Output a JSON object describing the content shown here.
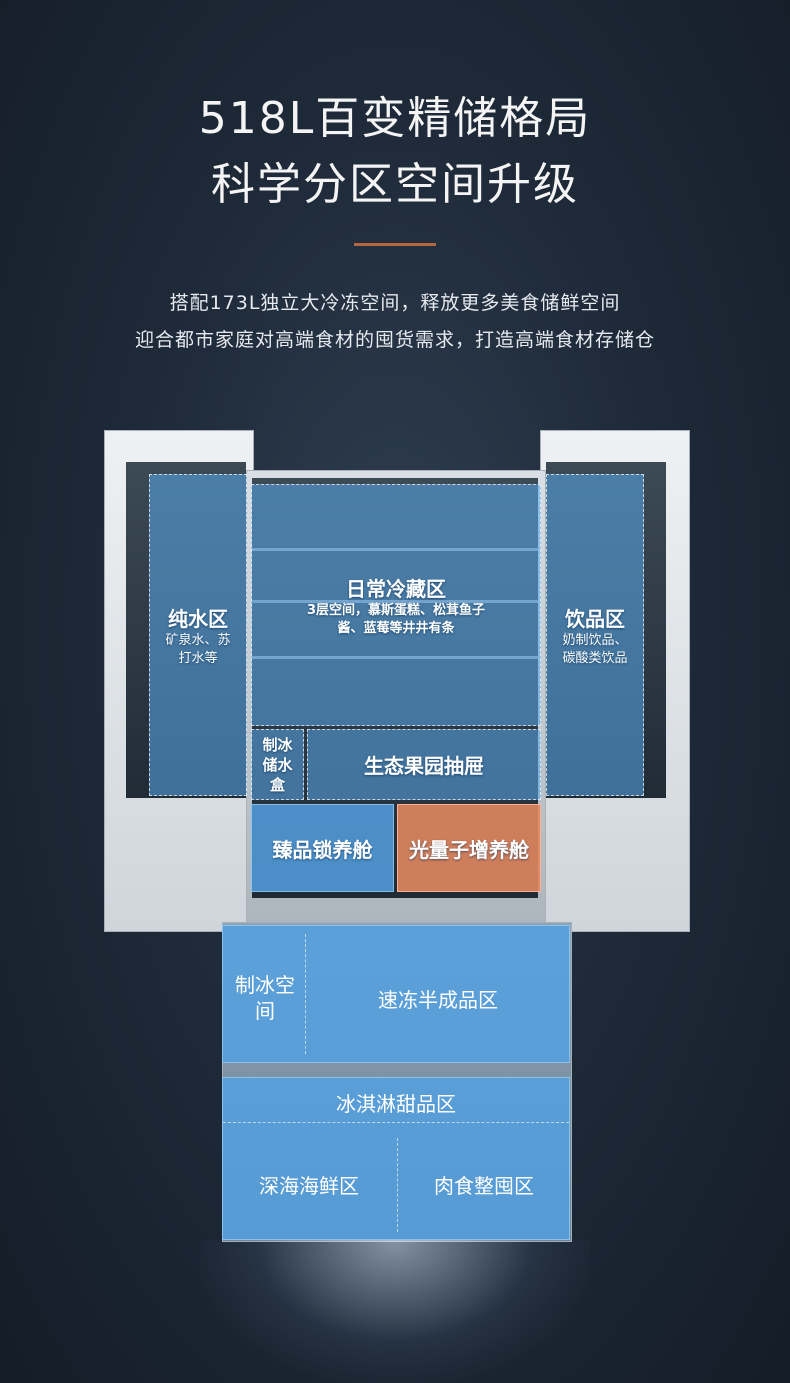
{
  "headline": {
    "line1": "518L百变精储格局",
    "line2": "科学分区空间升级"
  },
  "description": {
    "line1": "搭配173L独立大冷冻空间，释放更多美食储鲜空间",
    "line2": "迎合都市家庭对高端食材的囤货需求，打造高端食材存储仓"
  },
  "zones": {
    "left_door": {
      "title": "纯水区",
      "detail": "矿泉水、苏打水等"
    },
    "right_door": {
      "title": "饮品区",
      "detail": "奶制饮品、碳酸类饮品"
    },
    "main_fridge": {
      "title": "日常冷藏区",
      "detail": "3层空间，慕斯蛋糕、松茸鱼子酱、蓝莓等井井有条"
    },
    "ice_box": {
      "title": "制冰储水盒"
    },
    "fruit_drawer": {
      "title": "生态果园抽屉"
    },
    "fresh_lock": {
      "title": "臻品锁养舱"
    },
    "light_quantum": {
      "title": "光量子增养舱"
    }
  },
  "freezer": {
    "ice_space": "制冰空间",
    "quick_freeze": "速冻半成品区",
    "ice_cream": "冰淇淋甜品区",
    "seafood": "深海海鲜区",
    "meat": "肉食整囤区"
  },
  "colors": {
    "accent_line": "#b5683f",
    "zone_blue": "#5aaae9",
    "zone_orange": "#e2875f"
  }
}
